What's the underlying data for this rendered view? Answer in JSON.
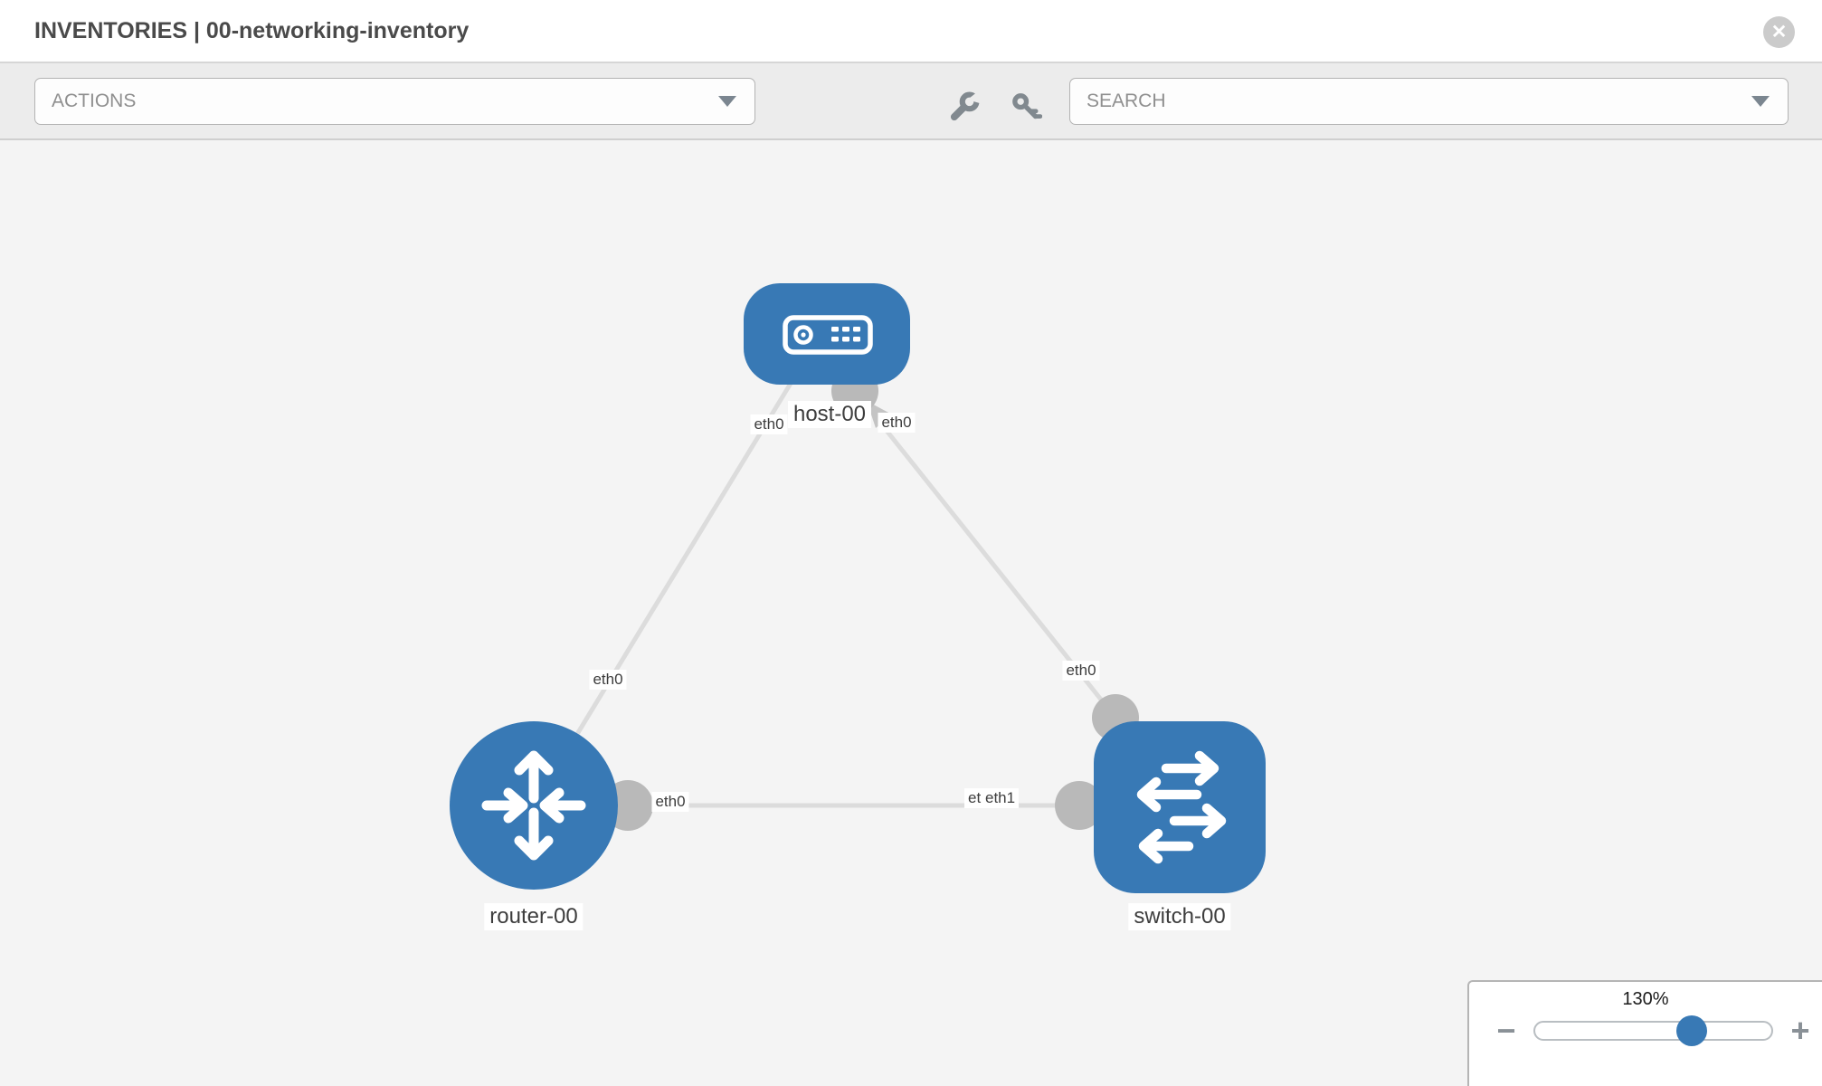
{
  "header": {
    "title": "INVENTORIES | 00-networking-inventory",
    "close_label": "✕"
  },
  "toolbar": {
    "actions_placeholder": "ACTIONS",
    "search_placeholder": "SEARCH",
    "icons": {
      "left_dropdown_caret": "caret-down",
      "wrench": "wrench-icon",
      "key": "key-icon",
      "right_dropdown_caret": "caret-down"
    }
  },
  "topology": {
    "nodes": [
      {
        "id": "host-00",
        "type": "host",
        "label": "host-00"
      },
      {
        "id": "router-00",
        "type": "router",
        "label": "router-00"
      },
      {
        "id": "switch-00",
        "type": "switch",
        "label": "switch-00"
      }
    ],
    "links": [
      {
        "from": "host-00",
        "from_interface": "eth0",
        "to": "router-00",
        "to_interface": "eth0"
      },
      {
        "from": "host-00",
        "from_interface": "eth0",
        "to": "switch-00",
        "to_interface": "eth0"
      },
      {
        "from": "router-00",
        "from_interface": "eth0",
        "to": "switch-00",
        "to_interface": "eth1"
      }
    ],
    "interface_labels": {
      "host_left": "eth0",
      "host_right": "eth0",
      "router_top": "eth0",
      "switch_top": "eth0",
      "link_left": "eth0",
      "link_right_back": "eth0",
      "link_right_front": "eth1"
    },
    "colors": {
      "node_fill": "#3879b5",
      "link": "#dcdcdc",
      "port": "#b9b9b9",
      "canvas": "#f4f4f4"
    }
  },
  "zoom_control": {
    "level": "130%",
    "minus_label": "−",
    "plus_label": "+"
  }
}
